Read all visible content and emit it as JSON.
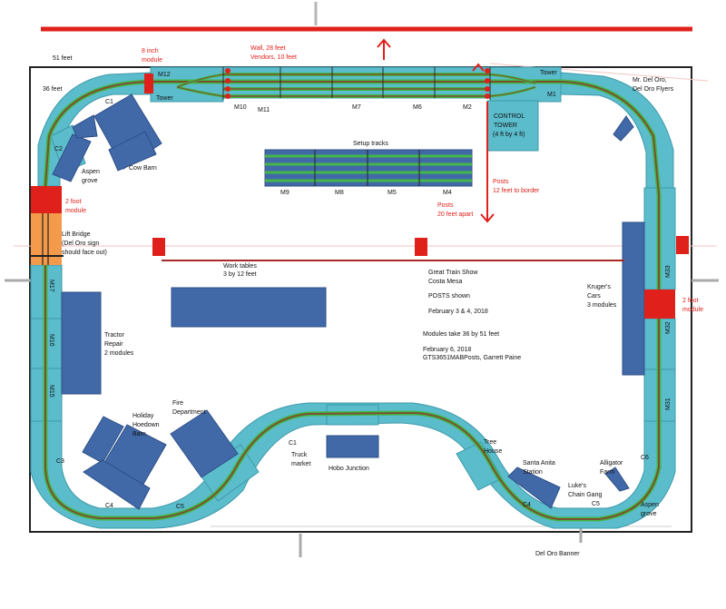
{
  "colors": {
    "module": "#5bbccc",
    "module_edge": "#3f9aaa",
    "track_outer": "#43b649",
    "track_inner": "#7a5130",
    "structure": "#4169a8",
    "red": "#e0201b",
    "orange": "#f39a4b",
    "border": "#222222",
    "gray": "#b7b7b7"
  },
  "labels": {
    "dim_51": "51 feet",
    "dim_36": "36 feet",
    "module_8inch_a": "8  inch",
    "module_8inch_b": "module",
    "wall_a": "Wall, 28 feet",
    "wall_b": "Vendors, 10 feet",
    "tower_left": "Tower",
    "tower_right": "Tower",
    "control_tower_a": "CONTROL",
    "control_tower_b": "TOWER",
    "control_tower_c": "(4 ft  by 4 ft)",
    "mr_del_oro_a": "Mr. Del Oro,",
    "mr_del_oro_b": "Del Oro Flyers",
    "setup_tracks": "Setup tracks",
    "cow_barn": "Cow Barn",
    "aspen_grove_left_a": "Aspen",
    "aspen_grove_left_b": "grove",
    "two_foot_left_a": "2 foot",
    "two_foot_left_b": "module",
    "lift_bridge_a": "Lift Bridge",
    "lift_bridge_b": "(Del Oro sign",
    "lift_bridge_c": "should face out)",
    "posts_border_a": "Posts",
    "posts_border_b": "12 feet to border",
    "posts_apart_a": "Posts",
    "posts_apart_b": "20 feet apart",
    "work_tables_a": "Work tables",
    "work_tables_b": "3 by 12 feet",
    "show_a": "Great Train Show",
    "show_b": "Costa Mesa",
    "posts_shown": "POSTS shown",
    "show_date": "February 3 & 4, 2018",
    "modules_take": "Modules take 36 by 51 feet",
    "rev_date": "February 6, 2018",
    "credit": "GTS3651MABPosts, Garrett Paine",
    "krugers_a": "Kruger's",
    "krugers_b": "Cars",
    "krugers_c": "3 modules",
    "two_foot_right_a": "2 foot",
    "two_foot_right_b": "module",
    "tractor_a": "Tractor",
    "tractor_b": "Repair",
    "tractor_c": "2 modules",
    "hoedown_a": "Holiday",
    "hoedown_b": "Hoedown",
    "hoedown_c": "Barn",
    "fire_a": "Fire",
    "fire_b": "Department",
    "truck_a": "Truck",
    "truck_b": "market",
    "hobo": "Hobo Junction",
    "tree_a": "Tree",
    "tree_b": "House",
    "santa_a": "Santa Anita",
    "santa_b": "Station",
    "luke_a": "Luke's",
    "luke_b": "Chain Gang",
    "alligator_a": "Alligator",
    "alligator_b": "Farm",
    "aspen_grove_right_a": "Aspen",
    "aspen_grove_right_b": "grove",
    "del_oro_banner": "Del Oro Banner"
  },
  "module_ids": {
    "M12": "M12",
    "M10": "M10",
    "M11": "M11",
    "M7": "M7",
    "M6": "M6",
    "M2": "M2",
    "M1": "M1",
    "M9": "M9",
    "M8": "M8",
    "M5": "M5",
    "M4": "M4",
    "M17": "M17",
    "M16": "M16",
    "M15": "M15",
    "M33": "M33",
    "M32": "M32",
    "M31": "M31",
    "C1_top": "C1",
    "C2": "C2",
    "C3": "C3",
    "C4_left": "C4",
    "C5_left": "C5",
    "C1_bottom": "C1",
    "C4_right": "C4",
    "C5_right": "C5",
    "C6": "C6"
  }
}
